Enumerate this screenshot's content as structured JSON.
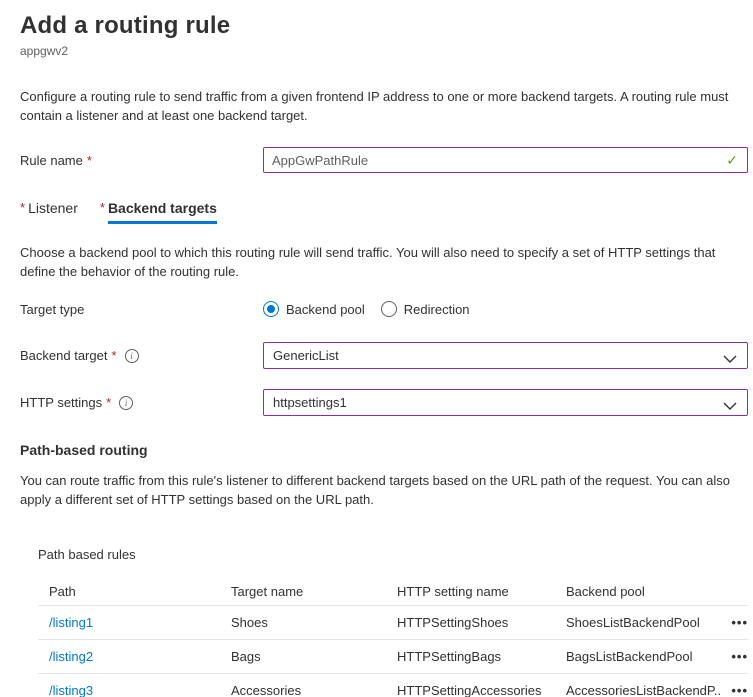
{
  "page": {
    "title": "Add a routing rule",
    "subtitle": "appgwv2",
    "intro": "Configure a routing rule to send traffic from a given frontend IP address to one or more backend targets. A routing rule must contain a listener and at least one backend target."
  },
  "icons": {
    "valid_checkmark": "✓",
    "info": "i",
    "row_menu": "•••"
  },
  "colors": {
    "accent_blue": "#0078d4",
    "input_border_purple": "#8a2da5",
    "valid_green": "#57a300",
    "required_red": "#a4262c",
    "link_blue": "#0078d4"
  },
  "rule_name": {
    "label": "Rule name",
    "required_marker": "*",
    "value": "AppGwPathRule"
  },
  "tabs": [
    {
      "label": "Listener",
      "required_marker": "*",
      "active": false
    },
    {
      "label": "Backend targets",
      "required_marker": "*",
      "active": true
    }
  ],
  "backend_tab": {
    "description": "Choose a backend pool to which this routing rule will send traffic. You will also need to specify a set of HTTP settings that define the behavior of the routing rule.",
    "target_type": {
      "label": "Target type",
      "options": [
        {
          "label": "Backend pool",
          "selected": true
        },
        {
          "label": "Redirection",
          "selected": false
        }
      ]
    },
    "backend_target": {
      "label": "Backend target",
      "required_marker": "*",
      "value": "GenericList"
    },
    "http_settings": {
      "label": "HTTP settings",
      "required_marker": "*",
      "value": "httpsettings1"
    }
  },
  "path_routing": {
    "heading": "Path-based routing",
    "description": "You can route traffic from this rule's listener to different backend targets based on the URL path of the request. You can also apply a different set of HTTP settings based on the URL path.",
    "table": {
      "label": "Path based rules",
      "columns": [
        "Path",
        "Target name",
        "HTTP setting name",
        "Backend pool"
      ],
      "rows": [
        {
          "path": "/listing1",
          "target": "Shoes",
          "http_setting": "HTTPSettingShoes",
          "backend_pool": "ShoesListBackendPool"
        },
        {
          "path": "/listing2",
          "target": "Bags",
          "http_setting": "HTTPSettingBags",
          "backend_pool": "BagsListBackendPool"
        },
        {
          "path": "/listing3",
          "target": "Accessories",
          "http_setting": "HTTPSettingAccessories",
          "backend_pool": "AccessoriesListBackendP..."
        }
      ]
    }
  }
}
